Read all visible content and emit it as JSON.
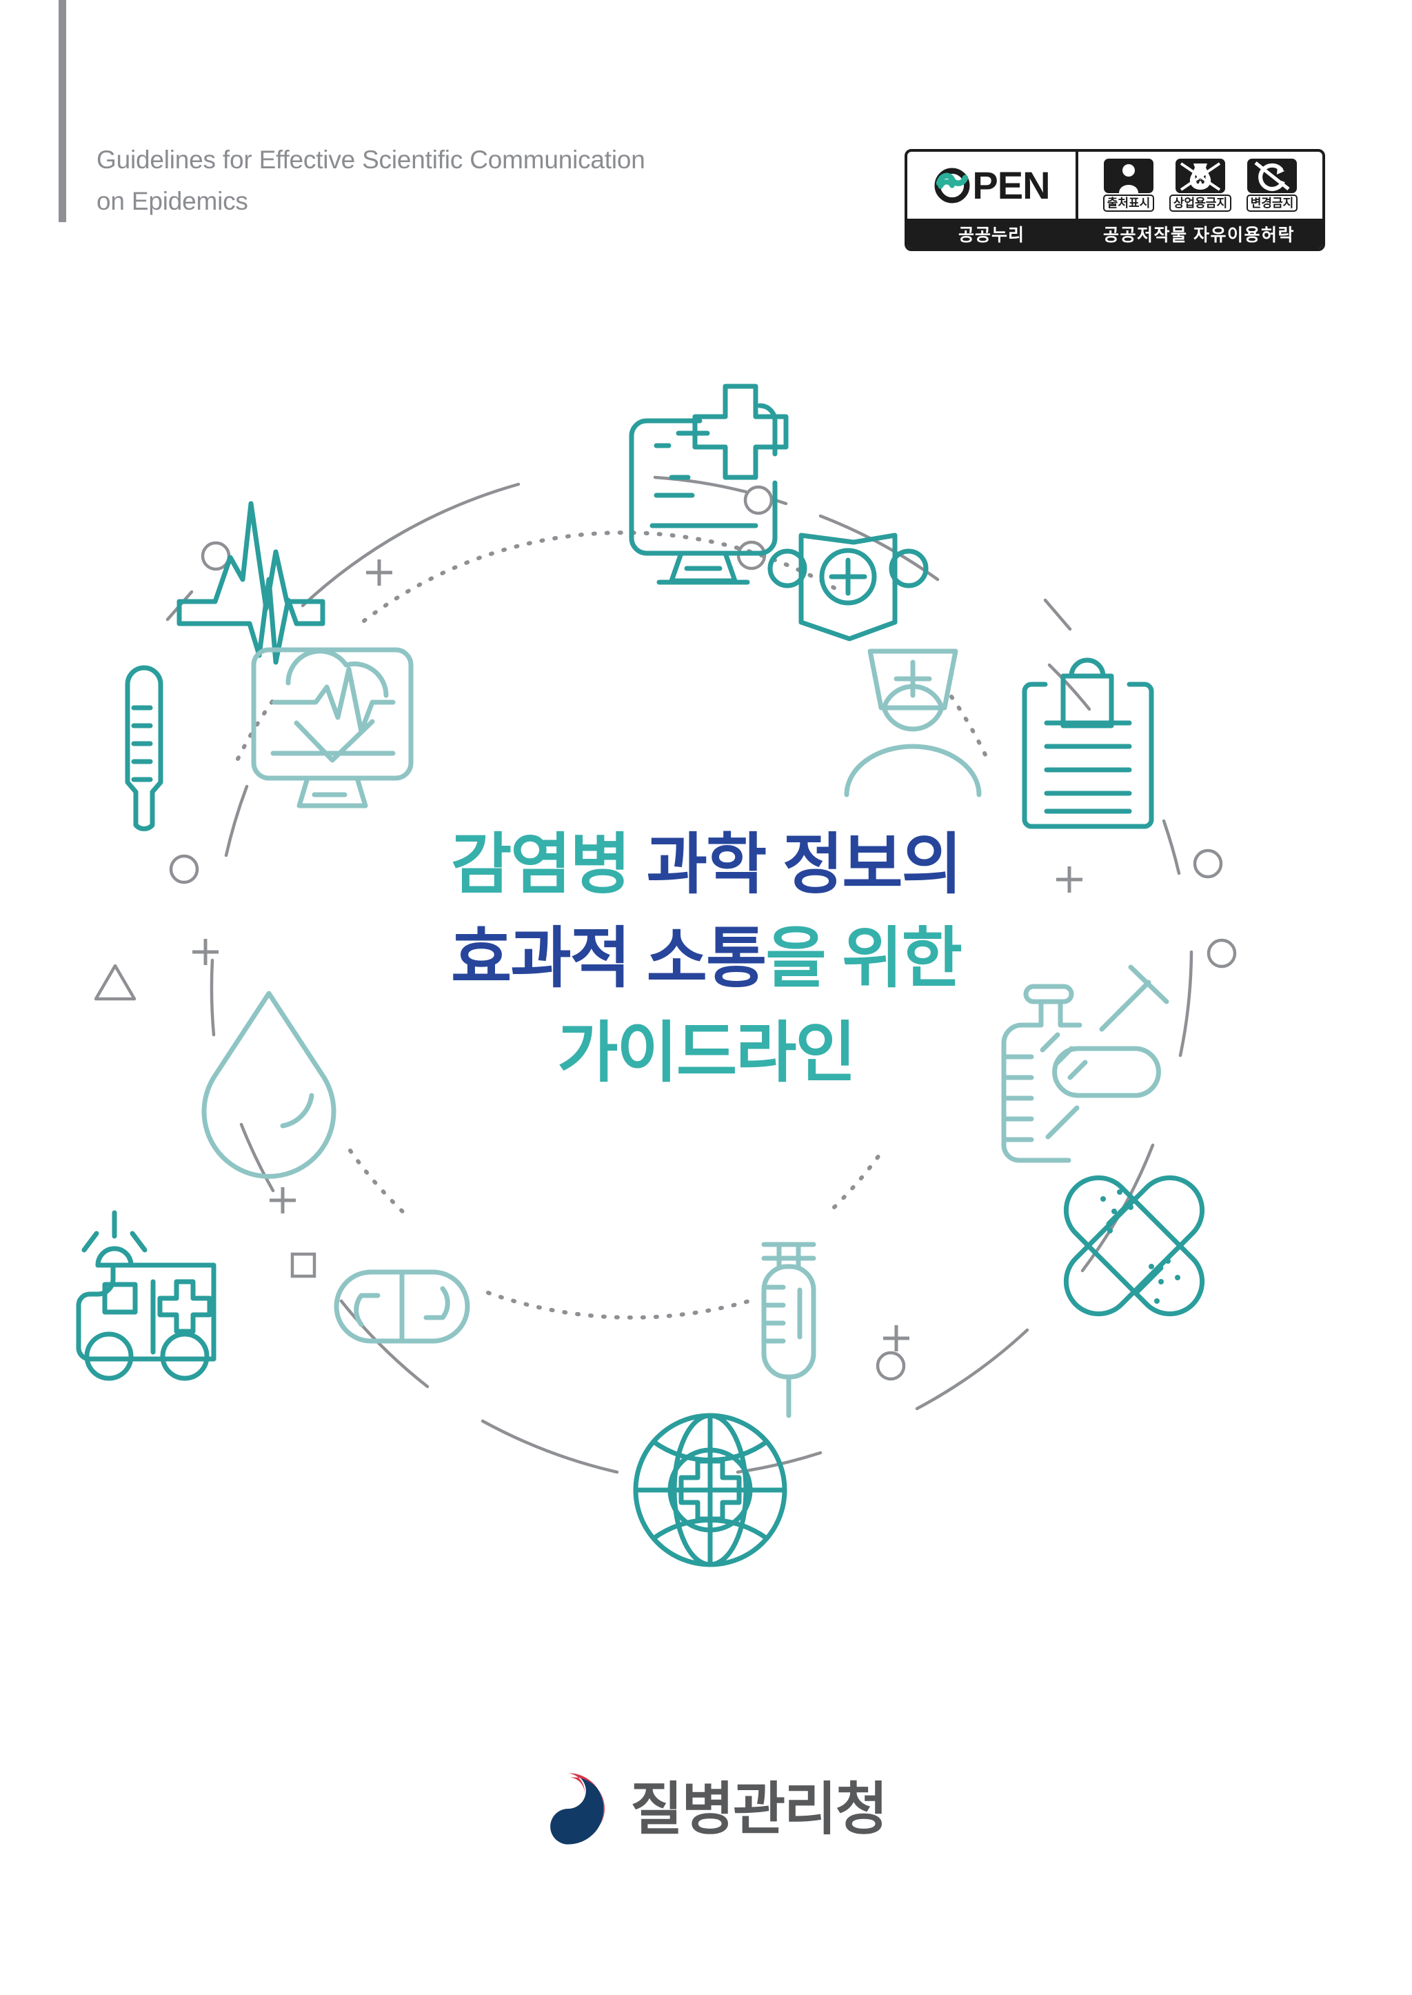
{
  "document": {
    "background_color": "#ffffff",
    "header": {
      "rule_color": "#8e9094",
      "subtitle_line1": "Guidelines for Effective Scientific Communication",
      "subtitle_line2": "on Epidemics",
      "subtitle_color": "#8a8c90"
    },
    "kogl_badge": {
      "open_text": "PEN",
      "open_label_full": "OPEN",
      "brand_label": "공공누리",
      "permission_label": "공공저작물 자유이용허락",
      "conditions": [
        {
          "label": "출처표시",
          "icon": "attribution-person-icon"
        },
        {
          "label": "상업용금지",
          "icon": "no-commercial-moneybag-icon"
        },
        {
          "label": "변경금지",
          "icon": "no-derivative-icon"
        }
      ],
      "accent_color": "#2ab09a",
      "frame_color": "#1c1c1c"
    },
    "title": {
      "line1_part1": "감염병",
      "line1_part2": "과학 정보의",
      "line2_part1": "효과적 소통",
      "line2_part2": "을 위한",
      "line3": "가이드라인",
      "teal": "#36b0ab",
      "navy": "#27459b",
      "full_text": "감염병 과학 정보의 효과적 소통을 위한 가이드라인"
    },
    "illustration": {
      "ring_color": "#8e9094",
      "icon_teal_dark": "#2a9d9c",
      "icon_teal_light": "#8fc4c4",
      "icons": [
        {
          "name": "monitor-medical-cross-icon",
          "label": "의료 모니터"
        },
        {
          "name": "face-mask-icon",
          "label": "마스크"
        },
        {
          "name": "ecg-pulse-line-icon",
          "label": "심전도 파형"
        },
        {
          "name": "heart-rate-monitor-icon",
          "label": "심박 모니터"
        },
        {
          "name": "nurse-icon",
          "label": "간호사"
        },
        {
          "name": "clipboard-chart-icon",
          "label": "차트 클립보드"
        },
        {
          "name": "thermometer-icon",
          "label": "체온계"
        },
        {
          "name": "water-drop-icon",
          "label": "물방울"
        },
        {
          "name": "vaccine-vial-syringe-icon",
          "label": "백신 주사기"
        },
        {
          "name": "crossed-bandages-icon",
          "label": "반창고"
        },
        {
          "name": "ambulance-icon",
          "label": "구급차"
        },
        {
          "name": "capsule-pill-icon",
          "label": "캡슐 약"
        },
        {
          "name": "syringe-icon",
          "label": "주사기"
        },
        {
          "name": "globe-medical-cross-icon",
          "label": "지구본 의료"
        }
      ],
      "decorations": [
        "plus-mark",
        "small-circle",
        "small-square",
        "small-triangle",
        "dotted-arc"
      ]
    },
    "footer": {
      "organization": "질병관리청",
      "emblem": "korea-government-taegeuk-emblem",
      "emblem_colors": {
        "blue": "#123a66",
        "red": "#d8334a"
      },
      "text_color": "#58595b"
    }
  }
}
